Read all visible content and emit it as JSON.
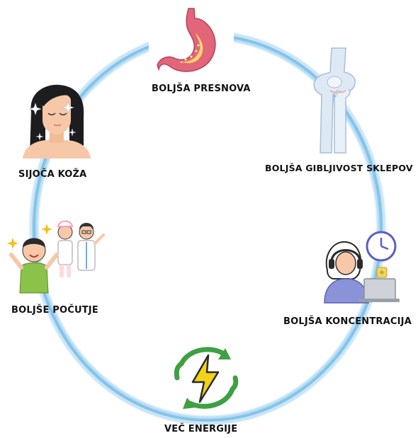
{
  "diagram": {
    "nodes": [
      {
        "id": "metabolism",
        "label": "BOLJŠA PRESNOVA",
        "icon": "stomach-icon"
      },
      {
        "id": "joints",
        "label": "BOLJŠA GIBLJIVOST SKLEPOV",
        "icon": "knee-joint-icon"
      },
      {
        "id": "concentration",
        "label": "BOLJŠA KONCENTRACIJA",
        "icon": "woman-laptop-clock-icon"
      },
      {
        "id": "energy",
        "label": "VEČ ENERGIJE",
        "icon": "lightning-cycle-icon"
      },
      {
        "id": "wellbeing",
        "label": "BOLJŠE POČUTJE",
        "icon": "happy-people-icon"
      },
      {
        "id": "skin",
        "label": "SIJOČA KOŽA",
        "icon": "glowing-skin-face-icon"
      }
    ],
    "colors": {
      "ring": "#8ec8ec",
      "ring_dark": "#5aaee0",
      "stomach": "#e2657a",
      "bone": "#c9dcee",
      "skin_tone": "#f6c8a8",
      "hair": "#1d1d1f",
      "laptop_shirt": "#8b93d8",
      "clock": "#6b6fc9",
      "bolt": "#f2d21b",
      "arrows": "#3fa043"
    }
  }
}
